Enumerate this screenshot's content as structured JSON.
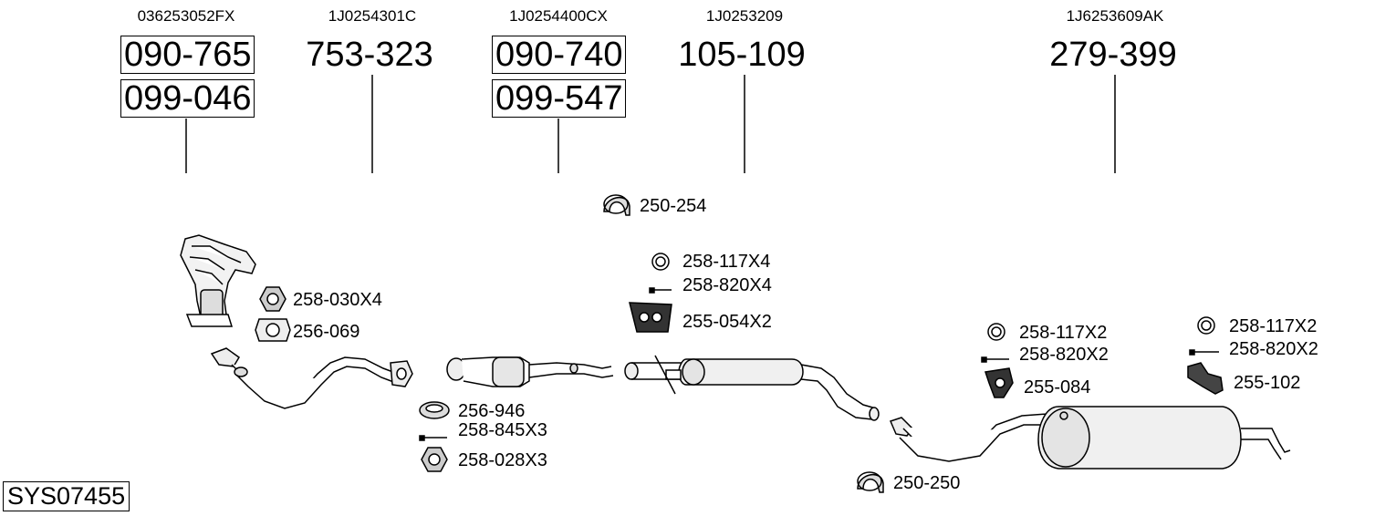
{
  "system_code": "SYS07455",
  "columns": [
    {
      "oem": "036253052FX",
      "parts": [
        "090-765",
        "099-046"
      ],
      "boxed": true
    },
    {
      "oem": "1J0254301C",
      "parts": [
        "753-323"
      ],
      "boxed": false
    },
    {
      "oem": "1J0254400CX",
      "parts": [
        "090-740",
        "099-547"
      ],
      "boxed": true
    },
    {
      "oem": "1J0253209",
      "parts": [
        "105-109"
      ],
      "boxed": false
    },
    {
      "oem": "1J6253609AK",
      "parts": [
        "279-399"
      ],
      "boxed": false
    }
  ],
  "accessories": [
    {
      "code": "250-254",
      "icon": "clamp-icon"
    },
    {
      "code": "258-117X4",
      "icon": "ring-icon"
    },
    {
      "code": "258-820X4",
      "icon": "bolt-icon"
    },
    {
      "code": "255-054X2",
      "icon": "rubber-mount-icon"
    },
    {
      "code": "258-030X4",
      "icon": "hex-nut-icon"
    },
    {
      "code": "256-069",
      "icon": "gasket-icon"
    },
    {
      "code": "256-946",
      "icon": "ring-gasket-icon"
    },
    {
      "code": "258-845X3",
      "icon": "bolt-icon"
    },
    {
      "code": "258-028X3",
      "icon": "hex-nut-icon"
    },
    {
      "code": "258-117X2",
      "icon": "ring-icon"
    },
    {
      "code": "258-820X2",
      "icon": "bolt-icon"
    },
    {
      "code": "255-084",
      "icon": "hanger-icon"
    },
    {
      "code": "258-117X2",
      "icon": "ring-icon"
    },
    {
      "code": "258-820X2",
      "icon": "bolt-icon"
    },
    {
      "code": "255-102",
      "icon": "bracket-icon"
    },
    {
      "code": "250-250",
      "icon": "clamp-icon"
    }
  ]
}
